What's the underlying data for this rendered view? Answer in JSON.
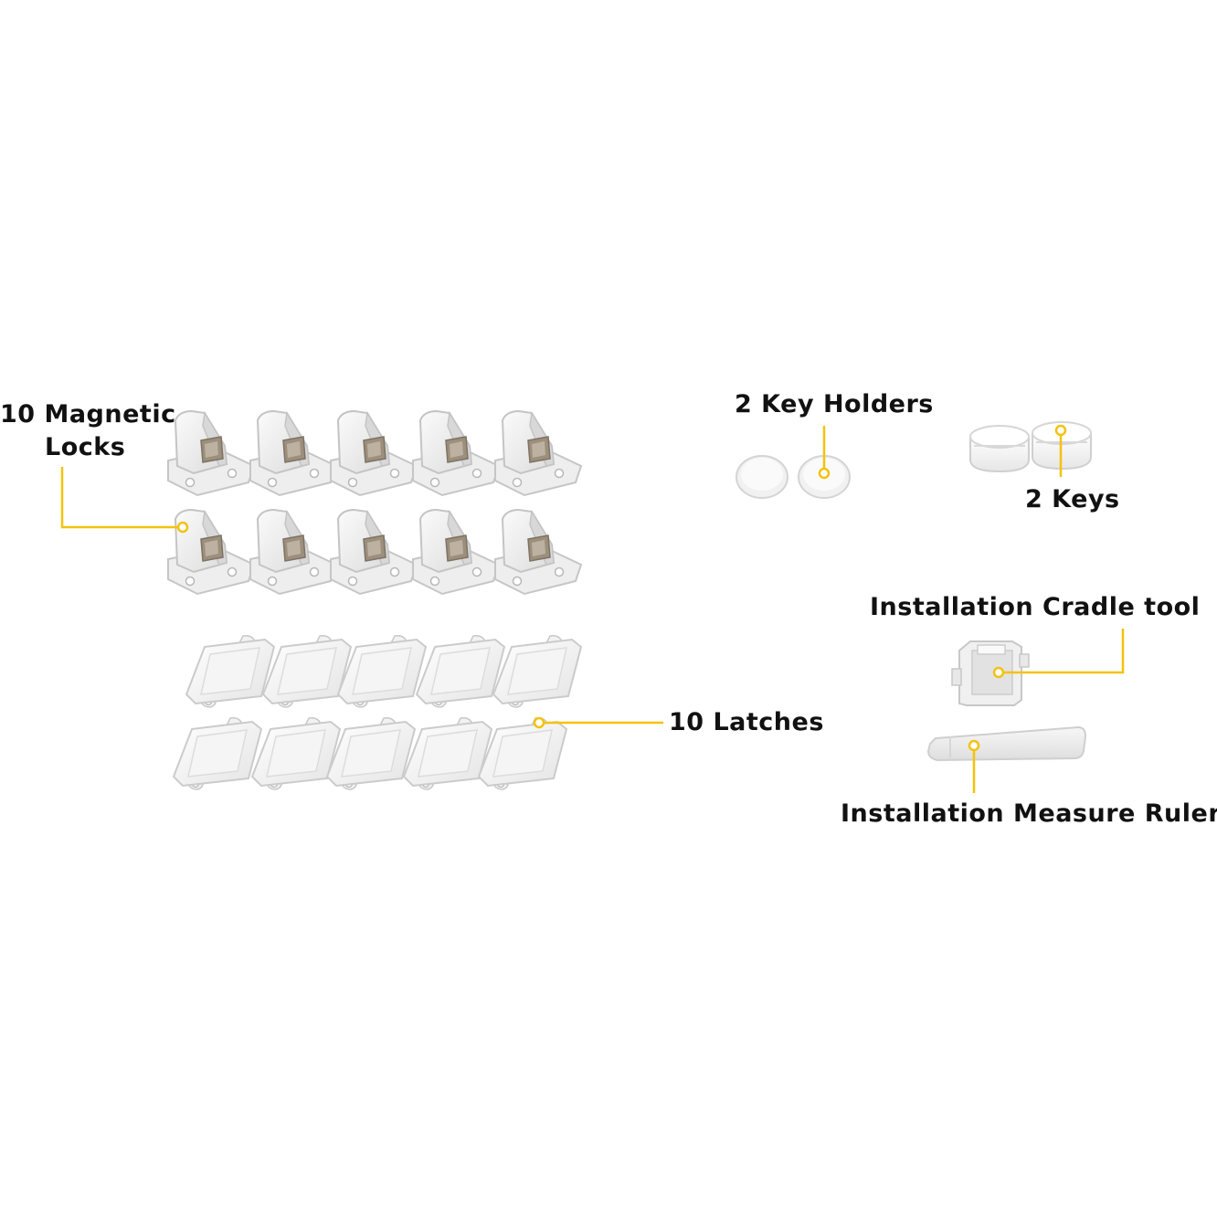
{
  "labels": {
    "magnetic_locks": [
      "10 Magnetic",
      "Locks"
    ],
    "latches": "10 Latches",
    "key_holders": "2 Key Holders",
    "keys": "2 Keys",
    "cradle_tool": "Installation Cradle tool",
    "measure_ruler": "Installation Measure Ruler"
  },
  "colors": {
    "background": "#ffffff",
    "callout_line": "#f4c20d",
    "text": "#111111",
    "plastic_light": "#f6f6f6",
    "plastic_mid": "#e2e2e2",
    "plastic_shadow": "#c9c9c9",
    "magnet": "#a89c8a"
  },
  "items": {
    "magnetic_lock_count": 10,
    "latch_count": 10,
    "key_holder_count": 2,
    "key_count": 2
  }
}
